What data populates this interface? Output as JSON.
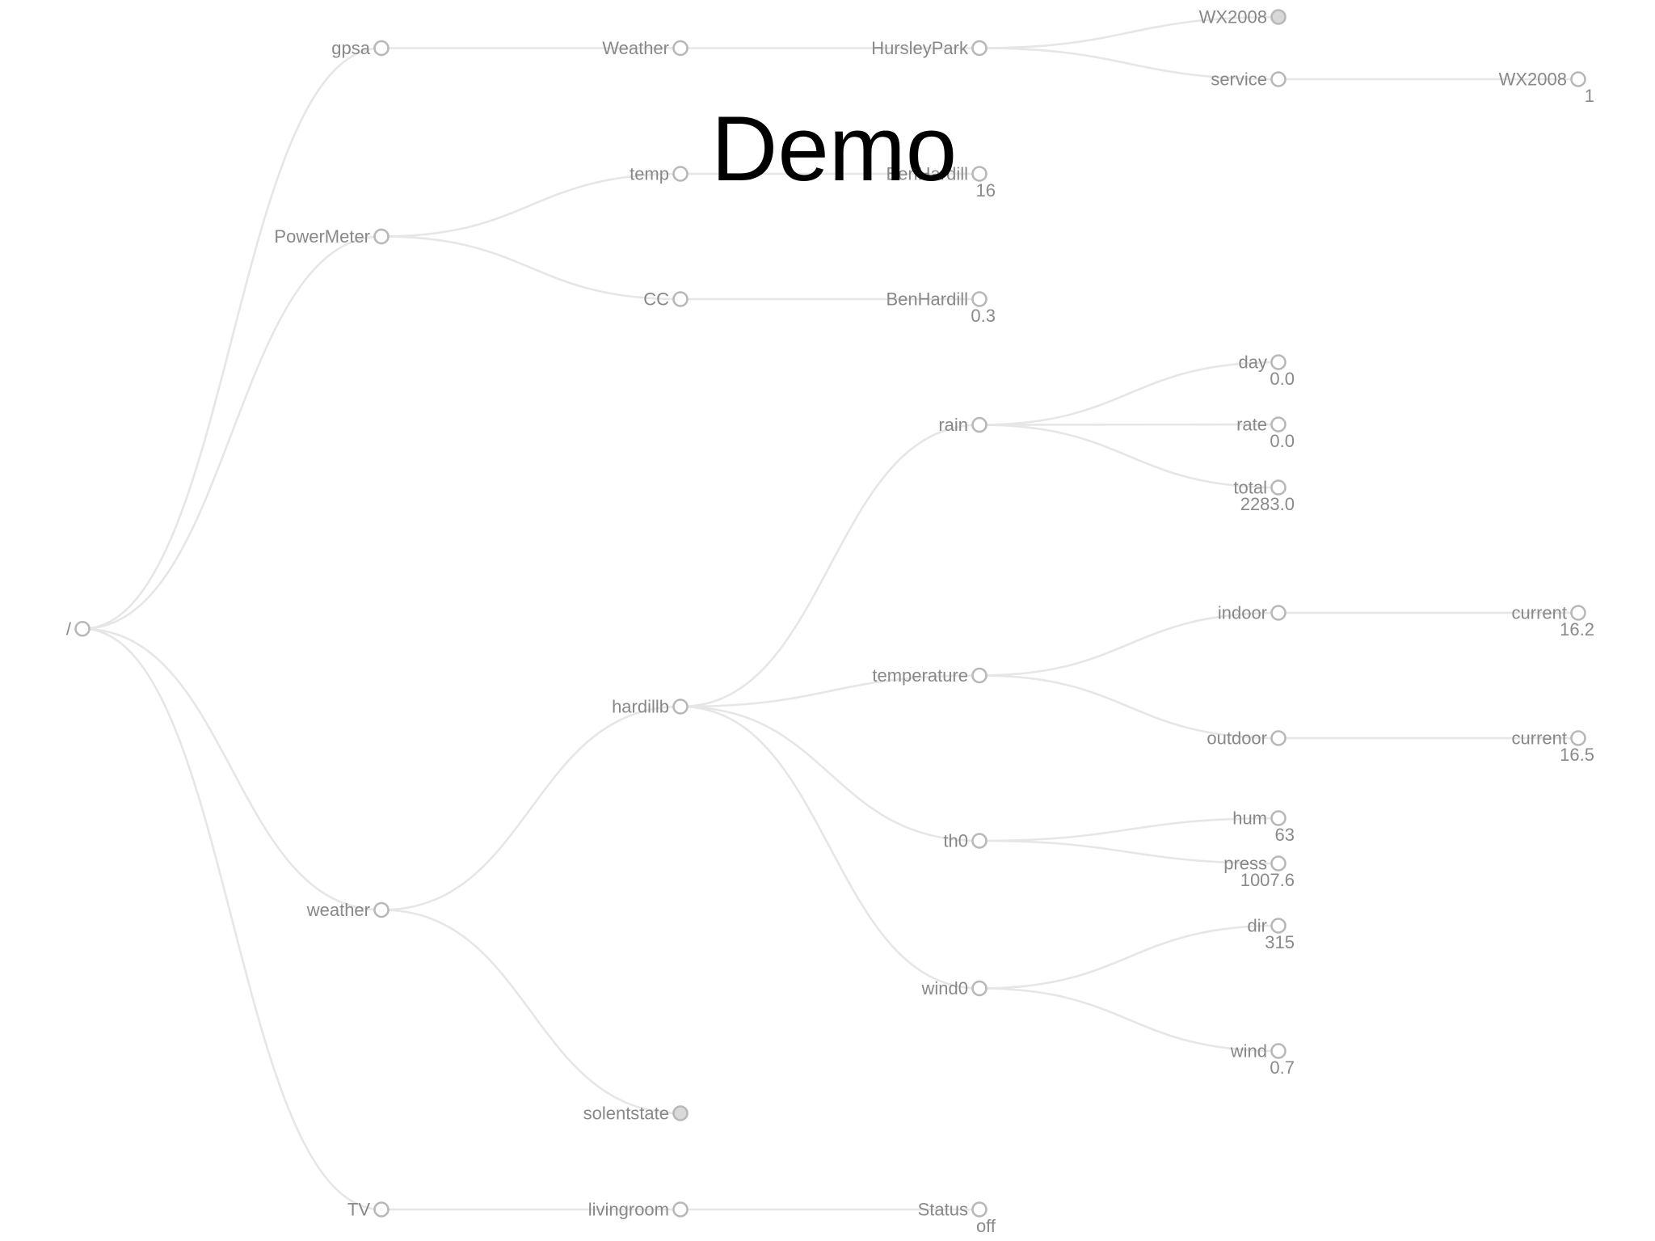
{
  "title": "Demo",
  "colors": {
    "link": "#e6e6e6",
    "node_stroke": "#b8b8b8",
    "node_fill_leaf": "#ffffff",
    "node_fill_collapsed": "#d9d9d9",
    "label": "#888888",
    "title": "#000000"
  },
  "tree": {
    "name": "/",
    "children": [
      {
        "name": "gpsa",
        "children": [
          {
            "name": "Weather",
            "children": [
              {
                "name": "HursleyPark",
                "children": [
                  {
                    "name": "WX2008",
                    "collapsed": true
                  },
                  {
                    "name": "service",
                    "children": [
                      {
                        "name": "WX2008",
                        "value": "1"
                      }
                    ]
                  }
                ]
              }
            ]
          }
        ]
      },
      {
        "name": "PowerMeter",
        "children": [
          {
            "name": "temp",
            "children": [
              {
                "name": "BenHardill",
                "value": "16"
              }
            ]
          },
          {
            "name": "CC",
            "children": [
              {
                "name": "BenHardill",
                "value": "0.3"
              }
            ]
          }
        ]
      },
      {
        "name": "weather",
        "children": [
          {
            "name": "hardillb",
            "children": [
              {
                "name": "rain",
                "children": [
                  {
                    "name": "day",
                    "value": "0.0"
                  },
                  {
                    "name": "rate",
                    "value": "0.0"
                  },
                  {
                    "name": "total",
                    "value": "2283.0"
                  }
                ]
              },
              {
                "name": "temperature",
                "children": [
                  {
                    "name": "indoor",
                    "children": [
                      {
                        "name": "current",
                        "value": "16.2"
                      }
                    ]
                  },
                  {
                    "name": "outdoor",
                    "children": [
                      {
                        "name": "current",
                        "value": "16.5"
                      }
                    ]
                  }
                ]
              },
              {
                "name": "th0",
                "children": [
                  {
                    "name": "hum",
                    "value": "63"
                  },
                  {
                    "name": "press",
                    "value": "1007.6"
                  }
                ]
              },
              {
                "name": "wind0",
                "children": [
                  {
                    "name": "dir",
                    "value": "315"
                  },
                  {
                    "name": "wind",
                    "value": "0.7"
                  }
                ]
              }
            ]
          },
          {
            "name": "solentstate",
            "collapsed": true
          }
        ]
      },
      {
        "name": "TV",
        "children": [
          {
            "name": "livingroom",
            "children": [
              {
                "name": "Status",
                "value": "off"
              }
            ]
          }
        ]
      }
    ]
  }
}
